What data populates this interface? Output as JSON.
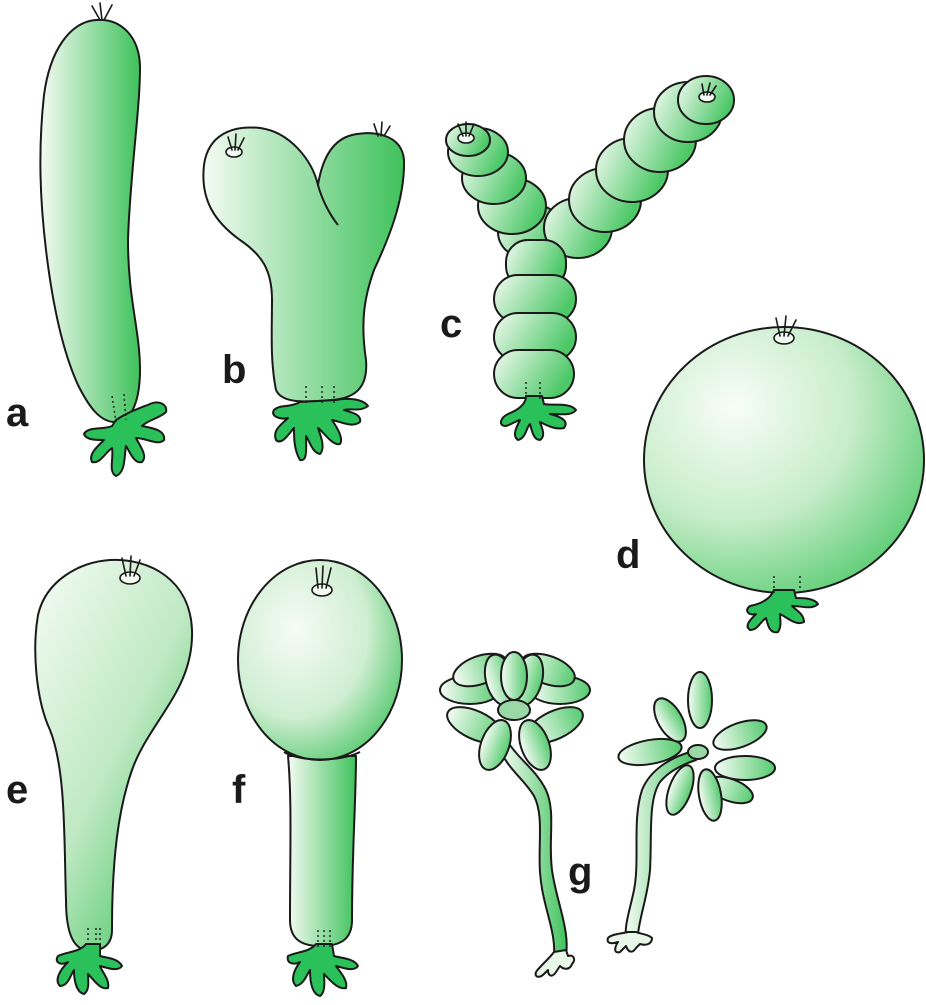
{
  "labels": {
    "a": "a",
    "b": "b",
    "c": "c",
    "d": "d",
    "e": "e",
    "f": "f",
    "g": "g"
  },
  "colors": {
    "body_light": "#f4fbf3",
    "body_dark": "#3fc25c",
    "holdfast": "#2bc15a",
    "outline": "#1a1a1a"
  }
}
